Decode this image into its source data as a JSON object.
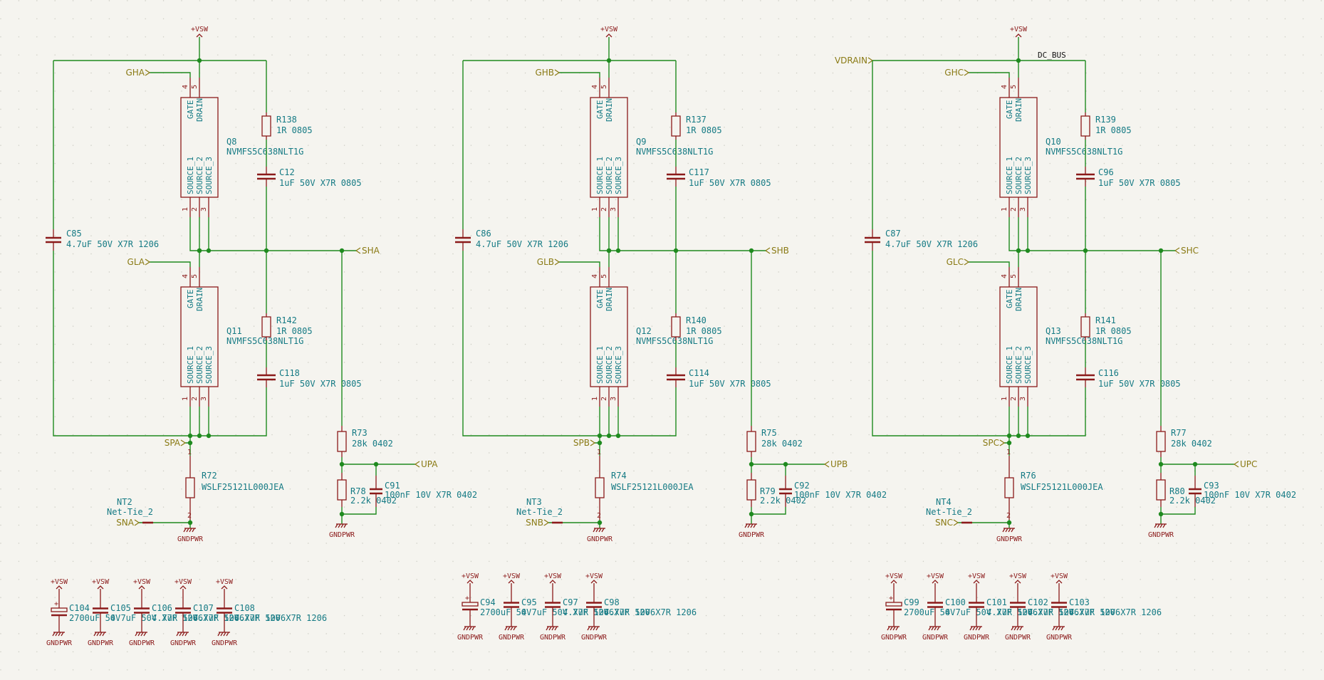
{
  "power": {
    "vsw": "+VSW",
    "gnd": "GNDPWR",
    "vdrain": "VDRAIN",
    "dcbus": "DC_BUS"
  },
  "pin_names": {
    "gate": "GATE",
    "drain": "DRAIN",
    "s1": "SOURCE_1",
    "s2": "SOURCE_2",
    "s3": "SOURCE_3"
  },
  "phases": [
    {
      "gh": "GHA",
      "gl": "GLA",
      "sh": "SHA",
      "sp": "SPA",
      "sn": "SNA",
      "up": "UPA",
      "hi_q": "Q8",
      "lo_q": "Q11",
      "mpn": "NVMFS5C638NLT1G",
      "r_hi": "R138",
      "r_hi_v": "1R 0805",
      "c_hi": "C12",
      "c_hi_v": "1uF 50V X7R 0805",
      "r_lo": "R142",
      "r_lo_v": "1R 0805",
      "c_lo": "C118",
      "c_lo_v": "1uF 50V X7R 0805",
      "c_bulk": "C85",
      "c_bulk_v": "4.7uF 50V X7R 1206",
      "r_top": "R73",
      "r_top_v": "28k 0402",
      "r_bot": "R78",
      "r_bot_v": "2.2k 0402",
      "c_filt": "C91",
      "c_filt_v": "100nF 10V X7R 0402",
      "shunt": "R72",
      "shunt_v": "WSLF25121L000JEA",
      "nt": "NT2",
      "nt_v": "Net-Tie_2"
    },
    {
      "gh": "GHB",
      "gl": "GLB",
      "sh": "SHB",
      "sp": "SPB",
      "sn": "SNB",
      "up": "UPB",
      "hi_q": "Q9",
      "lo_q": "Q12",
      "mpn": "NVMFS5C638NLT1G",
      "r_hi": "R137",
      "r_hi_v": "1R 0805",
      "c_hi": "C117",
      "c_hi_v": "1uF 50V X7R 0805",
      "r_lo": "R140",
      "r_lo_v": "1R 0805",
      "c_lo": "C114",
      "c_lo_v": "1uF 50V X7R 0805",
      "c_bulk": "C86",
      "c_bulk_v": "4.7uF 50V X7R 1206",
      "r_top": "R75",
      "r_top_v": "28k 0402",
      "r_bot": "R79",
      "r_bot_v": "2.2k 0402",
      "c_filt": "C92",
      "c_filt_v": "100nF 10V X7R 0402",
      "shunt": "R74",
      "shunt_v": "WSLF25121L000JEA",
      "nt": "NT3",
      "nt_v": "Net-Tie_2"
    },
    {
      "gh": "GHC",
      "gl": "GLC",
      "sh": "SHC",
      "sp": "SPC",
      "sn": "SNC",
      "up": "UPC",
      "hi_q": "Q10",
      "lo_q": "Q13",
      "mpn": "NVMFS5C638NLT1G",
      "r_hi": "R139",
      "r_hi_v": "1R 0805",
      "c_hi": "C96",
      "c_hi_v": "1uF 50V X7R 0805",
      "r_lo": "R141",
      "r_lo_v": "1R 0805",
      "c_lo": "C116",
      "c_lo_v": "1uF 50V X7R 0805",
      "c_bulk": "C87",
      "c_bulk_v": "4.7uF 50V X7R 1206",
      "r_top": "R77",
      "r_top_v": "28k 0402",
      "r_bot": "R80",
      "r_bot_v": "2.2k 0402",
      "c_filt": "C93",
      "c_filt_v": "100nF 10V X7R 0402",
      "shunt": "R76",
      "shunt_v": "WSLF25121L000JEA",
      "nt": "NT4",
      "nt_v": "Net-Tie_2"
    }
  ],
  "decoupling": [
    {
      "refs": [
        "C104",
        "C105",
        "C106",
        "C107",
        "C108"
      ],
      "elec_v": "2700uF 50V",
      "cer_v": "4.7uF 50V X7R 1206"
    },
    {
      "refs": [
        "C94",
        "C95",
        "C97",
        "C98"
      ],
      "elec_v": "2700uF 50V",
      "cer_v": "4.7uF 50V X7R 1206"
    },
    {
      "refs": [
        "C99",
        "C100",
        "C101",
        "C102",
        "C103"
      ],
      "elec_v": "2700uF 50V",
      "cer_v": "4.7uF 50V X7R 1206"
    }
  ]
}
